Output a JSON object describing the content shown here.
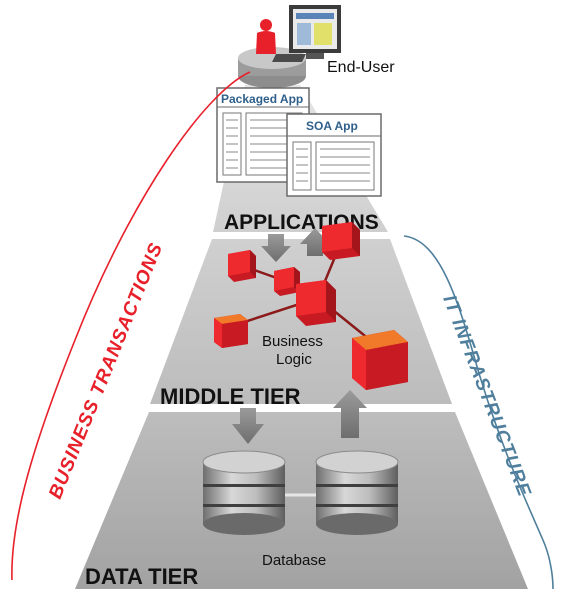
{
  "diagram": {
    "end_user_label": "End-User",
    "apps": {
      "packaged": "Packaged App",
      "soa": "SOA App"
    },
    "tiers": {
      "applications": "APPLICATIONS",
      "middle": "MIDDLE TIER",
      "data": "DATA TIER"
    },
    "business_logic": [
      "Business",
      "Logic"
    ],
    "database_label": "Database",
    "side_labels": {
      "left": "BUSINESS TRANSACTIONS",
      "right": "IT INFRASTRUCTURE"
    }
  },
  "colors": {
    "accent_red": "#e8202a",
    "infra_blue": "#4f7f9c",
    "tier_gray_light": "#d6d6d6",
    "tier_gray_mid": "#c2c2c2",
    "tier_gray_dark": "#a6a6a6",
    "app_title_blue": "#2f5f8a"
  },
  "icons": [
    "end-user-workstation-icon",
    "red-cube-icon",
    "database-cylinder-icon",
    "arrow-icon"
  ]
}
